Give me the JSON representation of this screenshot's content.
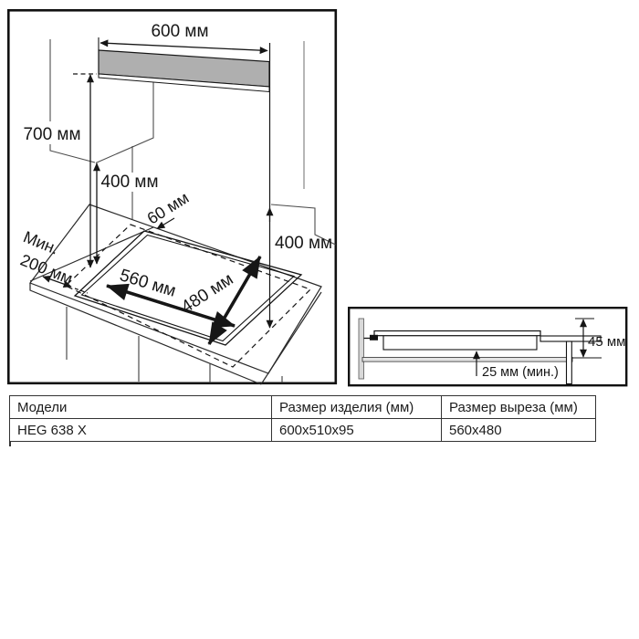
{
  "installation_diagram": {
    "labels": {
      "width_top": "600 мм",
      "height_hood": "700 мм",
      "height_left": "400 мм",
      "gap_back": "60 мм",
      "height_right": "400 мм",
      "min_clearance_line1": "Мин.",
      "min_clearance_line2": "200 мм",
      "cutout_width": "560 мм",
      "cutout_depth": "480 мм"
    },
    "colors": {
      "hood_fill": "#afafaf",
      "line": "#161616"
    }
  },
  "section_diagram": {
    "labels": {
      "depth_below": "45 мм",
      "bottom_clearance": "25 мм (мин.)"
    }
  },
  "table": {
    "headers": [
      "Модели",
      "Размер изделия (мм)",
      "Размер выреза (мм)"
    ],
    "rows": [
      [
        "HEG 638 X",
        "600x510x95",
        "560x480"
      ]
    ]
  }
}
